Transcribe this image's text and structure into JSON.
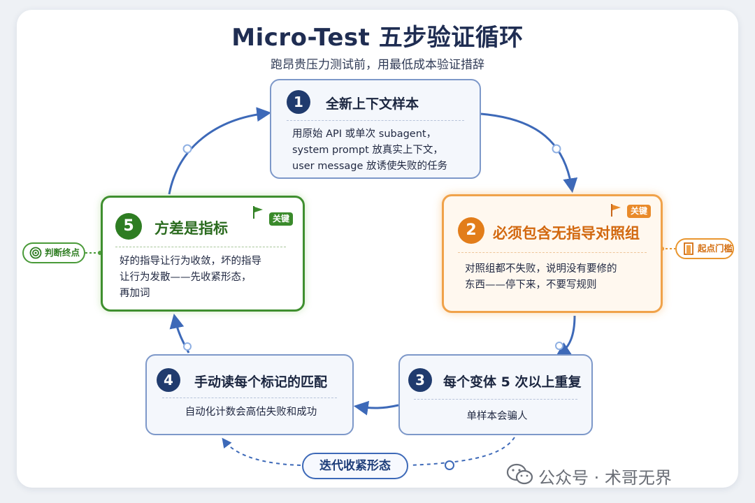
{
  "title": "Micro-Test 五步验证循环",
  "subtitle": "跑昂贵压力测试前，用最低成本验证措辞",
  "steps": [
    {
      "num": "1",
      "title": "全新上下文样本",
      "lines": [
        "用原始 API 或单次 subagent，",
        "system prompt 放真实上下文，",
        "user message 放诱使失败的任务"
      ]
    },
    {
      "num": "2",
      "title": "必须包含无指导对照组",
      "badge": "关键",
      "lines": [
        "对照组都不失败，说明没有要修的",
        "东西——停下来，不要写规则"
      ]
    },
    {
      "num": "3",
      "title": "每个变体 5 次以上重复",
      "lines": [
        "单样本会骗人"
      ]
    },
    {
      "num": "4",
      "title": "手动读每个标记的匹配",
      "lines": [
        "自动化计数会高估失败和成功"
      ]
    },
    {
      "num": "5",
      "title": "方差是指标",
      "badge": "关键",
      "lines": [
        "好的指导让行为收敛，坏的指导",
        "让行为发散——先收紧形态，",
        "再加词"
      ]
    }
  ],
  "side_labels": {
    "left": "判断终点",
    "right": "起点门槛"
  },
  "loop_label": "迭代收紧形态",
  "watermark": "公众号 · 术哥无界",
  "icons": {
    "flag": "flag-icon",
    "target": "target-icon",
    "door": "door-icon",
    "wechat": "wechat-icon"
  },
  "colors": {
    "navy": "#203b6e",
    "green": "#3f8f2f",
    "orange": "#f0a24a",
    "arrow": "#3d69b8"
  }
}
